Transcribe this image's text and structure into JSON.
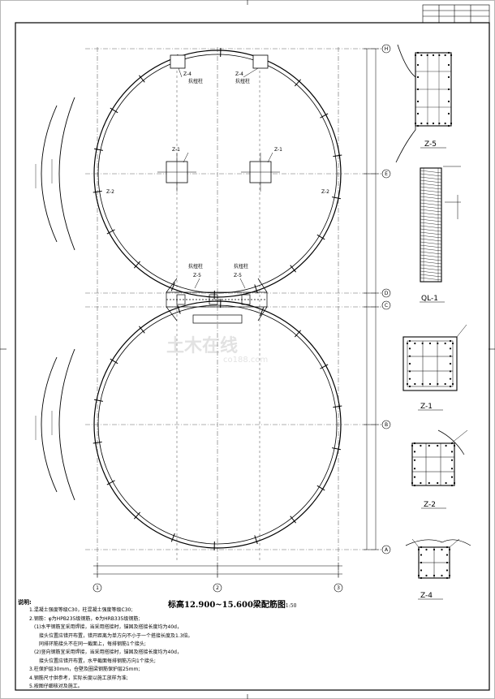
{
  "drawing": {
    "title": "标高12.900~15.600梁配筋图",
    "scale": "1:50"
  },
  "axes": {
    "right_labels": [
      "H",
      "E",
      "D",
      "C",
      "B",
      "A"
    ],
    "bottom_labels": [
      "1",
      "2",
      "3"
    ]
  },
  "column_labels": {
    "top_left_z4": "Z-4",
    "top_left_kz": "抗扭柱",
    "top_right_z4": "Z-4",
    "top_right_kz": "抗扭柱",
    "z1_left": "Z-1",
    "z1_right": "Z-1",
    "z2_left": "Z-2",
    "z2_right": "Z-2",
    "mid_left_kz": "抗扭柱",
    "mid_right_kz": "抗扭柱",
    "z5_left": "Z-5",
    "z5_right": "Z-5"
  },
  "details": {
    "z5": "Z-5",
    "ql1": "QL-1",
    "z1": "Z-1",
    "z2": "Z-2",
    "z4": "Z-4"
  },
  "watermark": {
    "cn": "土木在线",
    "en": "co188.com"
  },
  "notes": {
    "heading": "说明:",
    "lines": [
      "1.混凝土强度等级C30，柱混凝土强度等级C30;",
      "2.钢筋：φ为HPB235级钢筋，Φ为HRB335级钢筋;",
      "(1)水平钢筋宜采用焊接，当采用搭接时，锚固及搭接长度均为40d，",
      "接头位置应错开布置，错开距离为单方向不小于一个搭接长度及1.3倍。",
      "同排环筋接头不在同一截面上，每排钢筋1个接头;",
      "(2)竖向钢筋宜采用焊接，当采用搭接时，锚固及搭接长度均为40d，",
      "接头位置应错开布置，水平截面每排钢筋方向1个接头;",
      "3.柱保护层30mm，仓壁及圈梁钢筋保护层25mm;",
      "4.钢筋尺寸供参考，实际长度以施工放样为准;",
      "5.按图仔细核对及施工。"
    ]
  }
}
